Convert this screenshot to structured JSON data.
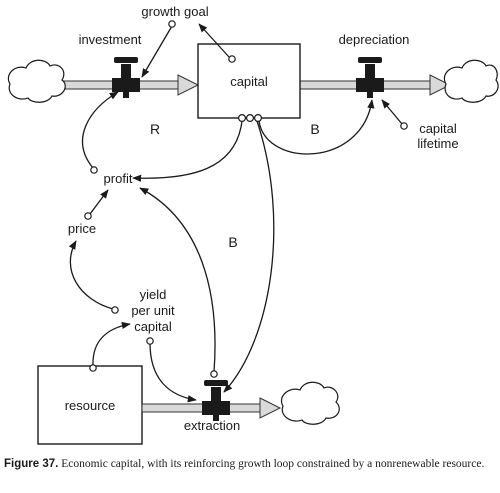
{
  "stocks": {
    "capital": "capital",
    "resource": "resource"
  },
  "flows": {
    "investment": "investment",
    "depreciation": "depreciation",
    "extraction": "extraction"
  },
  "variables": {
    "growth_goal": "growth goal",
    "capital_lifetime_1": "capital",
    "capital_lifetime_2": "lifetime",
    "profit": "profit",
    "price": "price",
    "yield_1": "yield",
    "yield_2": "per unit",
    "yield_3": "capital"
  },
  "loops": {
    "reinforcing": "R",
    "balancing_depreciation": "B",
    "balancing_extraction": "B"
  },
  "caption": {
    "figure_label": "Figure 37.",
    "text": "Economic capital, with its reinforcing growth loop constrained by a nonrenewable resource."
  },
  "colors": {
    "pipe": "#d9d9d9",
    "ink": "#1a1a1a"
  },
  "icons": [
    "cloud-icon",
    "valve-icon"
  ]
}
